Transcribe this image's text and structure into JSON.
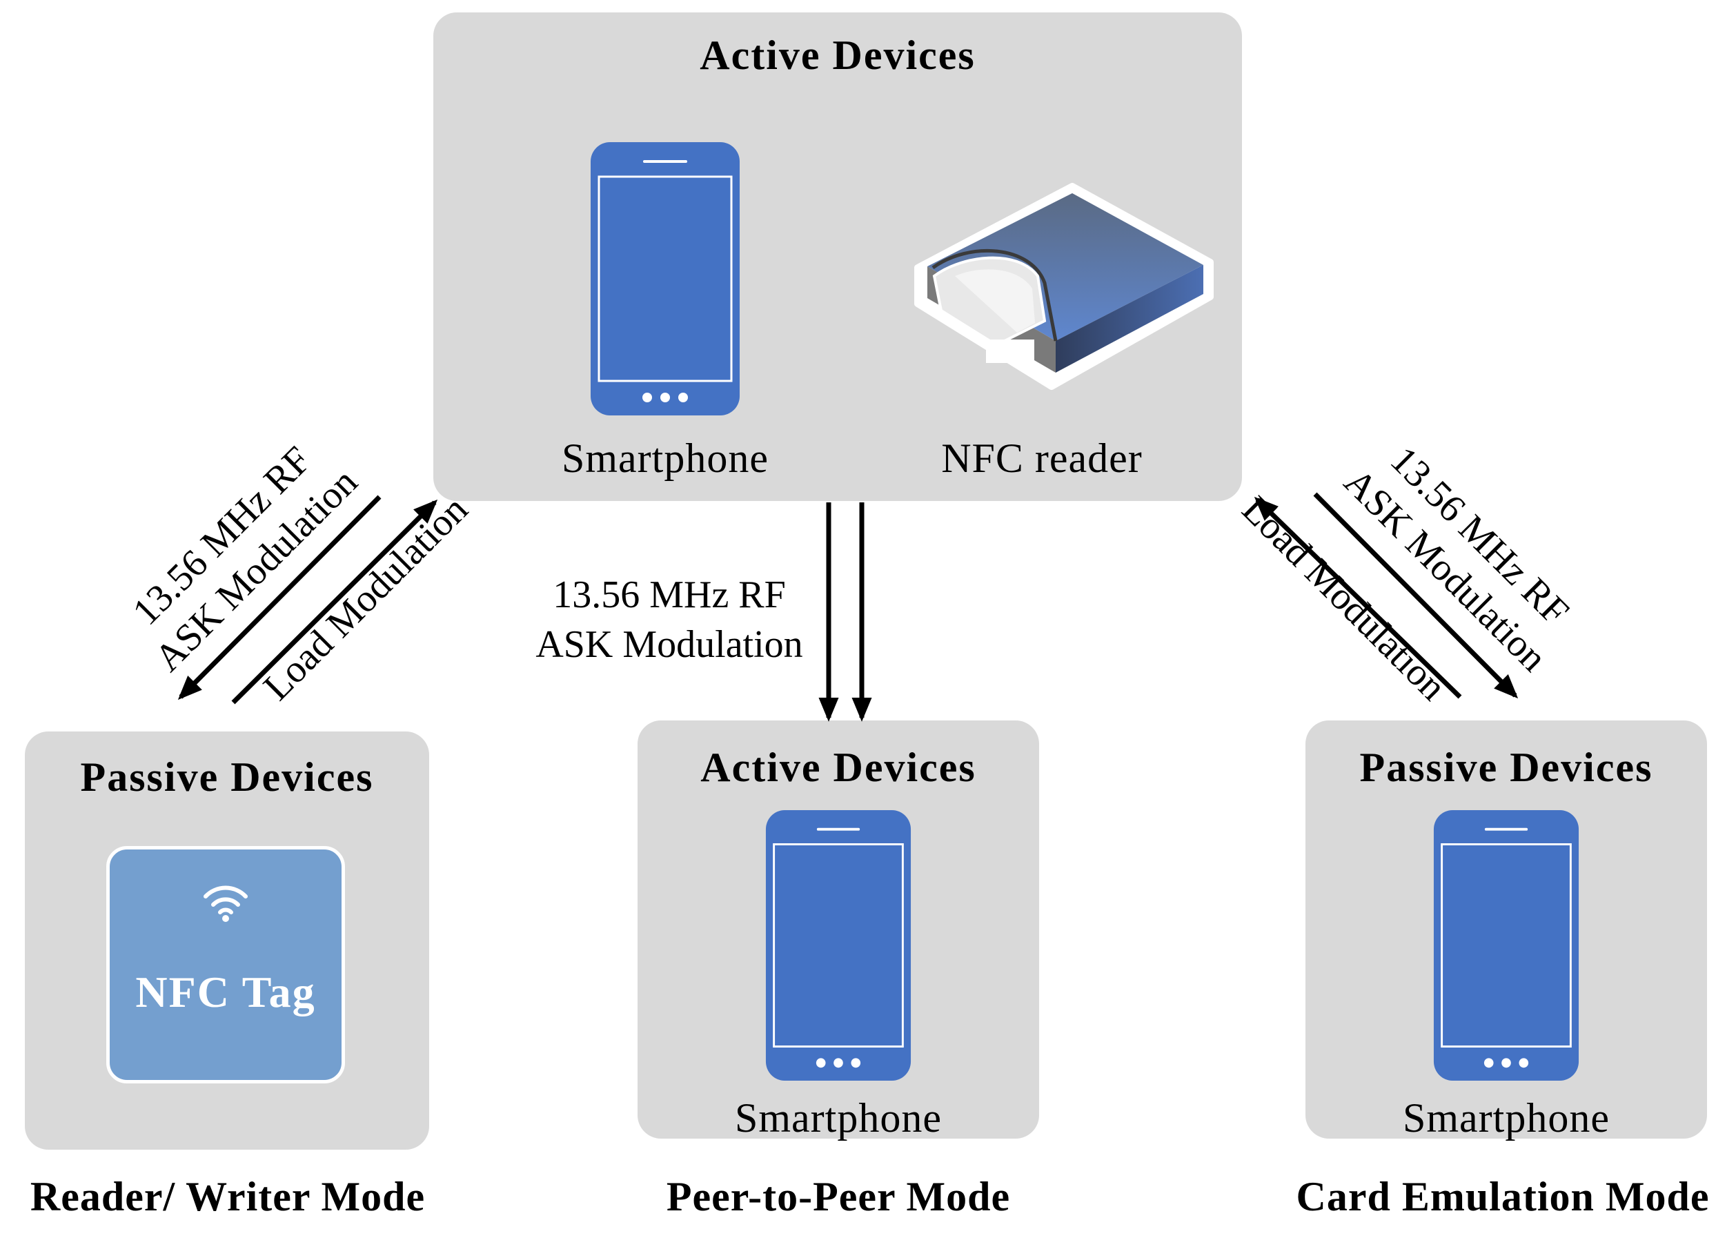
{
  "colors": {
    "panel": "#d9d9d9",
    "phone": "#4472c4",
    "tag": "#749fcf",
    "arrow": "#000000"
  },
  "top": {
    "title": "Active Devices",
    "smartphone_label": "Smartphone",
    "reader_label": "NFC reader",
    "icons": [
      "smartphone-icon",
      "nfc-reader-icon"
    ]
  },
  "left": {
    "title": "Passive Devices",
    "tag_label": "NFC Tag",
    "icons": [
      "nfc-tag-icon",
      "wireless-waves-icon"
    ],
    "link_down_line1": "13.56 MHz RF",
    "link_down_line2": "ASK Modulation",
    "link_up": "Load Modulation",
    "mode": "Reader/ Writer Mode"
  },
  "middle": {
    "title": "Active Devices",
    "smartphone_label": "Smartphone",
    "link_line1": "13.56 MHz RF",
    "link_line2": "ASK Modulation",
    "mode": "Peer-to-Peer Mode"
  },
  "right": {
    "title": "Passive Devices",
    "smartphone_label": "Smartphone",
    "link_down_line1": "13.56 MHz RF",
    "link_down_line2": "ASK Modulation",
    "link_up": "Load Modulation",
    "mode": "Card Emulation Mode"
  }
}
